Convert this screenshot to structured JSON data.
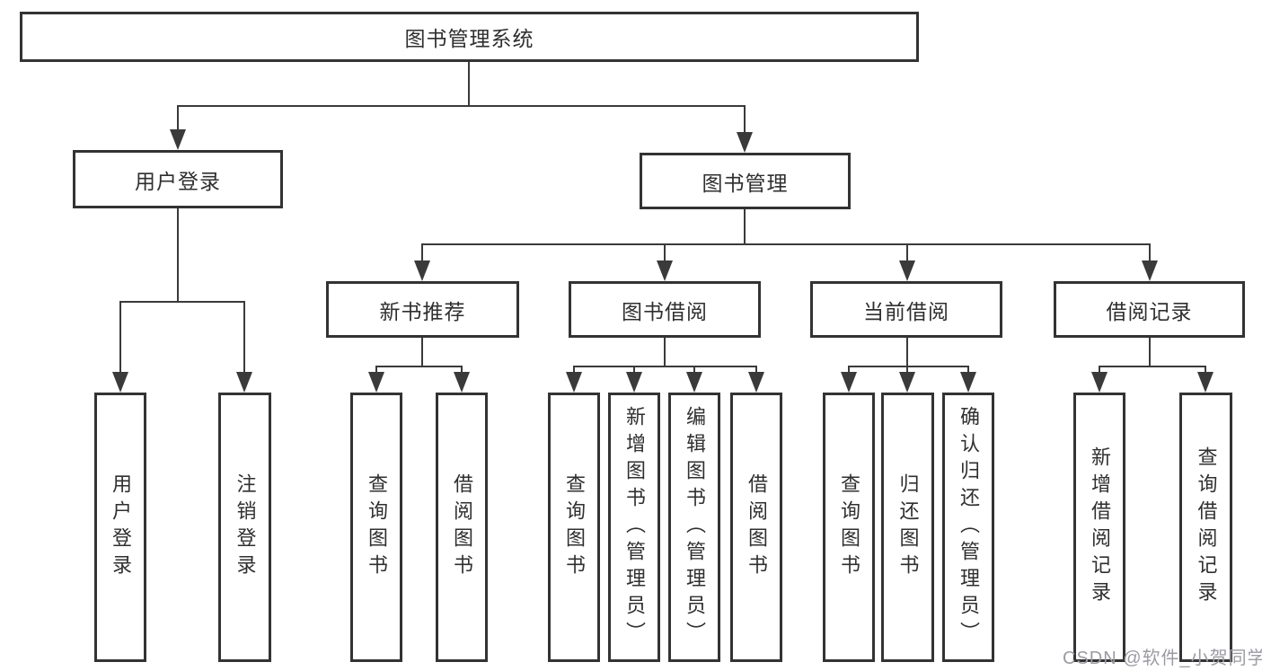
{
  "diagram": {
    "title": "图书管理系统",
    "root": "图书管理系统",
    "level2": {
      "user_login": "用户登录",
      "book_mgmt": "图书管理"
    },
    "level3": {
      "new_books": "新书推荐",
      "borrowing": "图书借阅",
      "current": "当前借阅",
      "records": "借阅记录"
    },
    "leaves": {
      "login": "用户登录",
      "logout": "注销登录",
      "nb_query": "查询图书",
      "nb_borrow": "借阅图书",
      "bw_query": "查询图书",
      "bw_add": "新增图书（管理员）",
      "bw_edit": "编辑图书（管理员）",
      "bw_borrow": "借阅图书",
      "cur_query": "查询图书",
      "cur_return": "归还图书",
      "cur_confirm": "确认归还（管理员）",
      "rec_add": "新增借阅记录",
      "rec_query": "查询借阅记录"
    }
  },
  "watermark": "CSDN @软件_小贺同学",
  "colors": {
    "line": "#3a3a3a",
    "border": "#333333",
    "text": "#2f2f2f",
    "watermark": "#9b9ba3",
    "background": "#ffffff"
  }
}
